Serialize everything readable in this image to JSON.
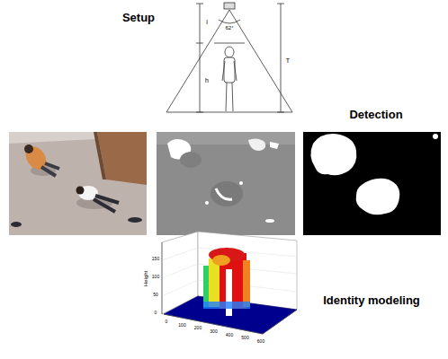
{
  "diagram": {
    "labels": [
      "Setup",
      "62°",
      "l",
      "h",
      "T",
      "Detection",
      "Identity modeling",
      "Height",
      "0",
      "100",
      "200",
      "300",
      "400",
      "500",
      "600",
      "0",
      "50",
      "100",
      "150"
    ]
  }
}
